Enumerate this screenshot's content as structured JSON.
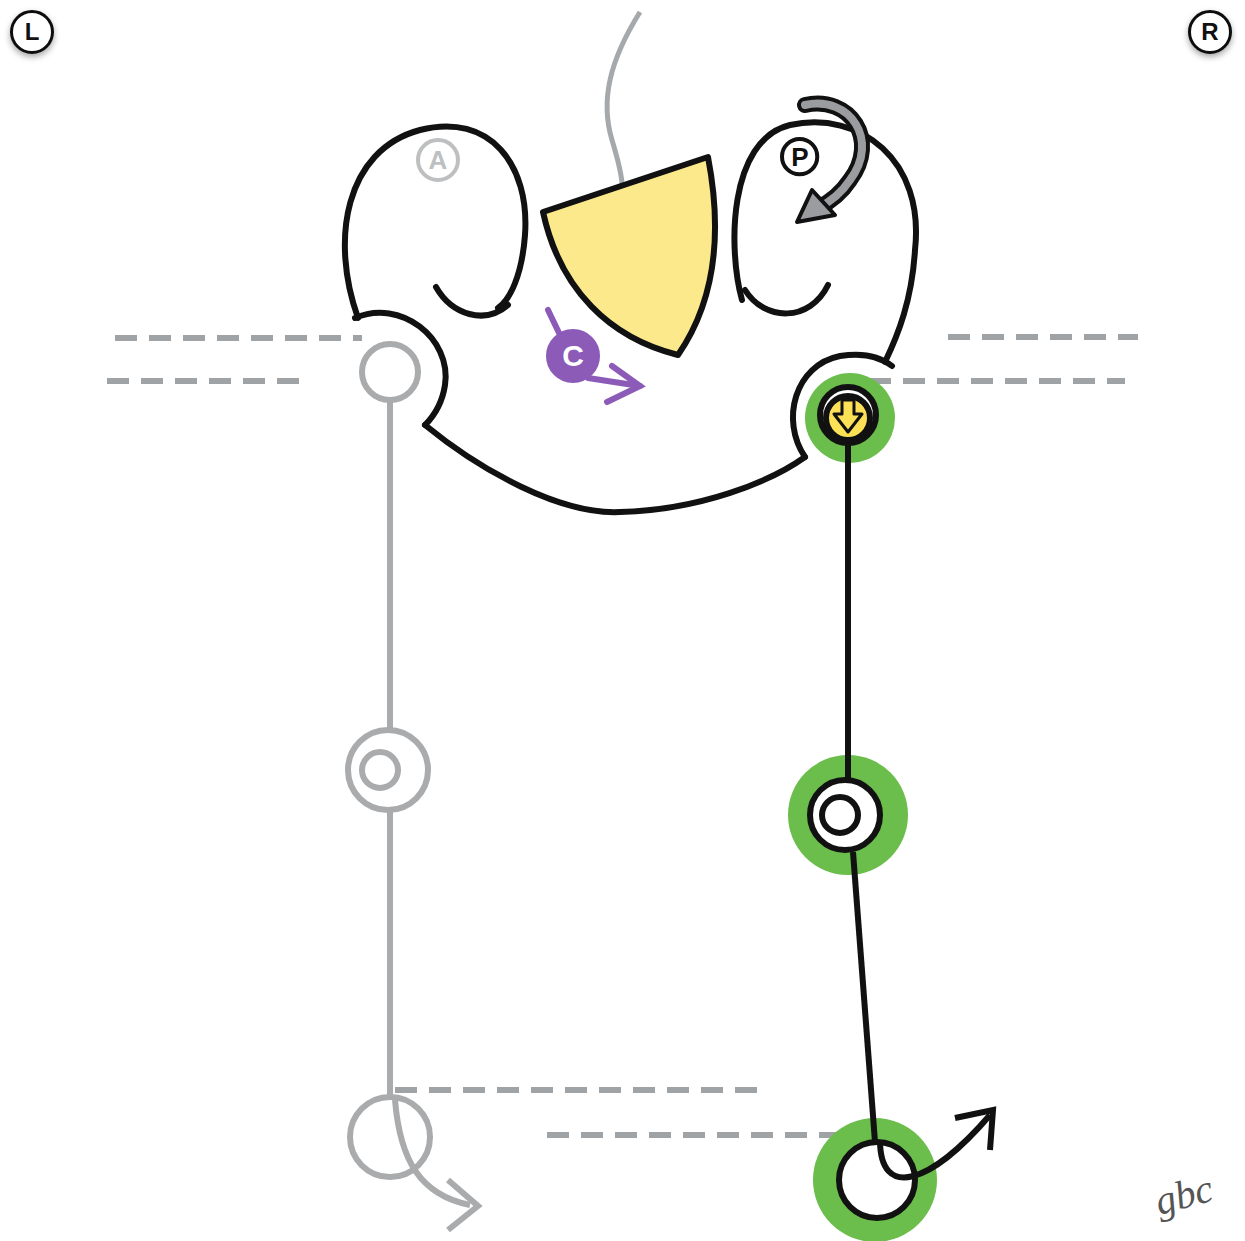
{
  "diagram": {
    "nodes": [
      {
        "text": [
          "L"
        ]
      },
      {
        "text": [
          "R"
        ]
      },
      {
        "text": [
          "A"
        ]
      },
      {
        "text": [
          "P"
        ]
      },
      {
        "text": [
          "C"
        ]
      }
    ],
    "labels": [
      "gbc"
    ]
  }
}
